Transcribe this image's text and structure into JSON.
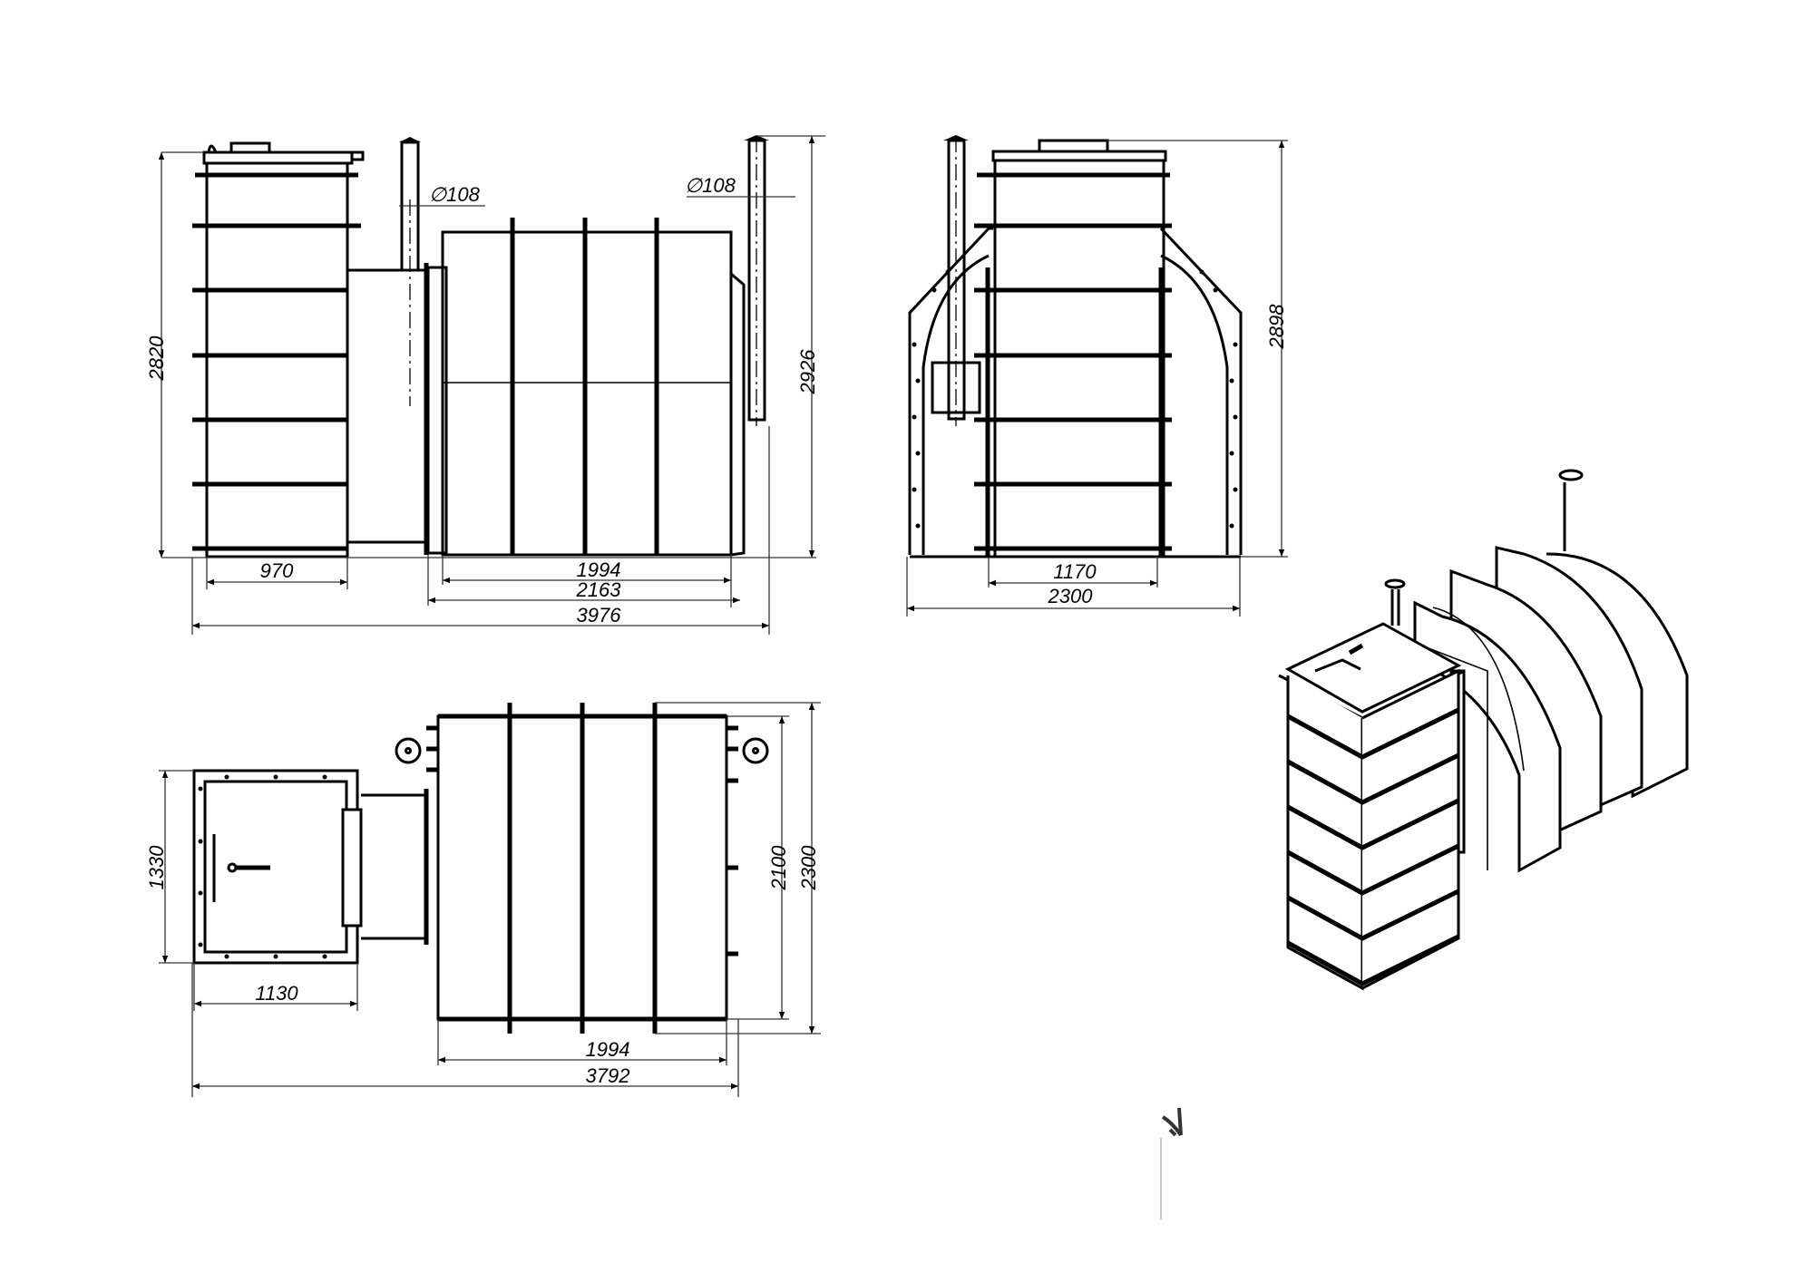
{
  "drawing": {
    "type": "technical-drawing",
    "subject": "modular assembly with tank body, arched tunnel sections and vent pipes",
    "views": [
      "side-elevation",
      "front-elevation",
      "plan-view",
      "isometric-view"
    ]
  },
  "side_elevation": {
    "dimensions": {
      "tank_height": "2820",
      "overall_height": "2926",
      "pipe_left_diameter": "∅108",
      "pipe_right_diameter": "∅108",
      "tank_width": "970",
      "body_length_inner": "1994",
      "body_length_outer": "2163",
      "overall_length": "3976"
    }
  },
  "front_elevation": {
    "dimensions": {
      "overall_height": "2898",
      "tank_width": "1170",
      "overall_width": "2300"
    }
  },
  "plan_view": {
    "dimensions": {
      "tank_depth": "1330",
      "tank_width": "1130",
      "body_width_inner": "2100",
      "body_width_outer": "2300",
      "body_length": "1994",
      "overall_length": "3792"
    }
  },
  "annotations": {
    "stray_mark": "handwritten tick mark"
  }
}
